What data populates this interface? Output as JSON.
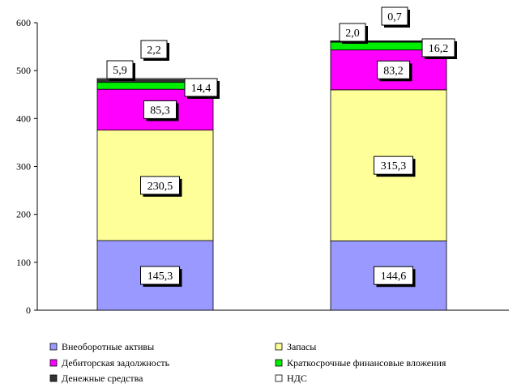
{
  "chart_data": {
    "type": "bar",
    "stacked": true,
    "categories": [
      "",
      ""
    ],
    "ylim": [
      0,
      600
    ],
    "yticks": [
      "0",
      "100",
      "200",
      "300",
      "400",
      "500",
      "600"
    ],
    "grid": false,
    "legend_position": "bottom",
    "series": [
      {
        "name": "Внеоборотные активы",
        "color": "#9999ff",
        "values": [
          145.3,
          144.6
        ],
        "labels": [
          "145,3",
          "144,6"
        ]
      },
      {
        "name": "Запасы",
        "color": "#ffff99",
        "values": [
          230.5,
          315.3
        ],
        "labels": [
          "230,5",
          "315,3"
        ]
      },
      {
        "name": "Дебиторская задолжность",
        "color": "#ff00ff",
        "values": [
          85.3,
          83.2
        ],
        "labels": [
          "85,3",
          "83,2"
        ]
      },
      {
        "name": "Краткосрочные финансовые вложения",
        "color": "#00ee00",
        "values": [
          14.4,
          16.2
        ],
        "labels": [
          "14,4",
          "16,2"
        ]
      },
      {
        "name": "Денежные средства",
        "color": "#333333",
        "values": [
          5.9,
          2.0
        ],
        "labels": [
          "5,9",
          "2,0"
        ]
      },
      {
        "name": "НДС",
        "color": "#ffffff",
        "values": [
          2.2,
          0.7
        ],
        "labels": [
          "2,2",
          "0,7"
        ]
      }
    ]
  }
}
